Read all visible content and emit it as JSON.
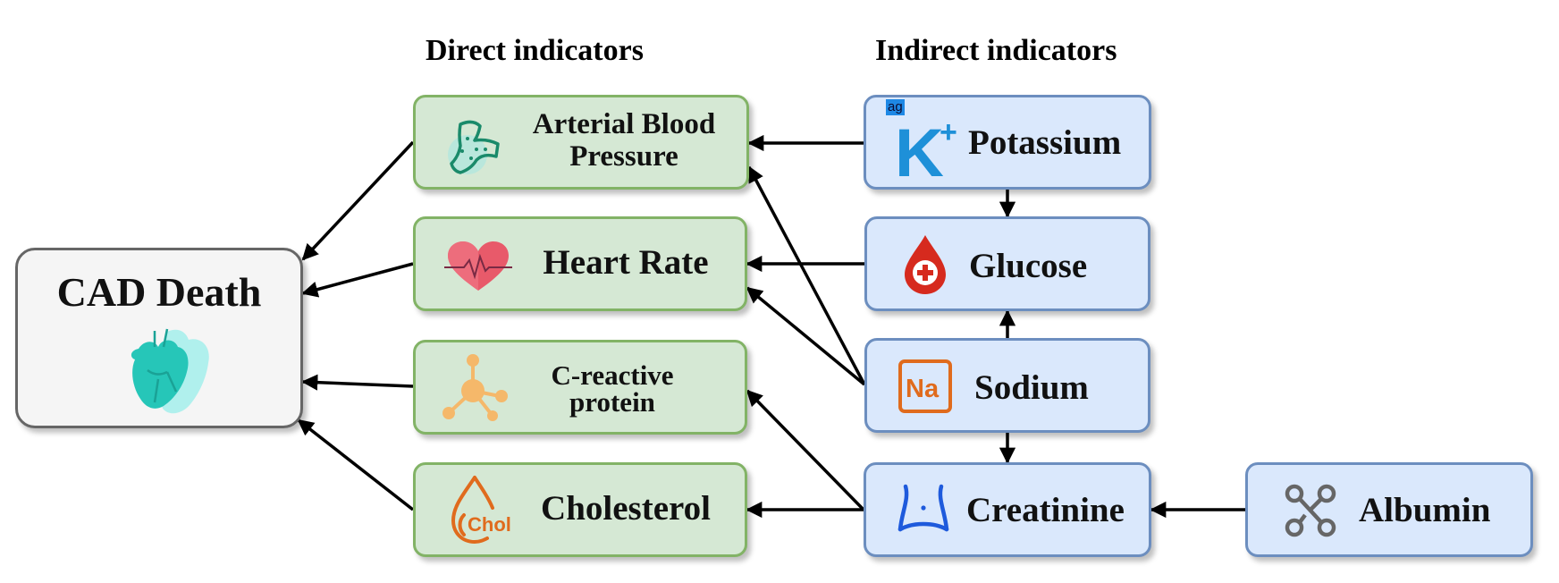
{
  "headers": {
    "direct": "Direct indicators",
    "indirect": "Indirect indicators"
  },
  "nodes": {
    "cad": {
      "label": "CAD Death"
    },
    "abp": {
      "label_line1": "Arterial Blood",
      "label_line2": "Pressure"
    },
    "hr": {
      "label": "Heart Rate"
    },
    "crp": {
      "label_line1": "C-reactive",
      "label_line2": "protein"
    },
    "chol": {
      "label": "Cholesterol",
      "icon_text": "Chol"
    },
    "k": {
      "label": "Potassium",
      "icon_text": "K",
      "icon_sup": "+",
      "tag": "ag"
    },
    "glu": {
      "label": "Glucose"
    },
    "na": {
      "label": "Sodium",
      "icon_text": "Na"
    },
    "cr": {
      "label": "Creatinine"
    },
    "alb": {
      "label": "Albumin"
    }
  },
  "edges": [
    [
      "abp",
      "cad"
    ],
    [
      "hr",
      "cad"
    ],
    [
      "crp",
      "cad"
    ],
    [
      "chol",
      "cad"
    ],
    [
      "k",
      "abp"
    ],
    [
      "k",
      "glu"
    ],
    [
      "glu",
      "hr"
    ],
    [
      "na",
      "abp"
    ],
    [
      "na",
      "hr"
    ],
    [
      "na",
      "glu"
    ],
    [
      "na",
      "cr"
    ],
    [
      "cr",
      "crp"
    ],
    [
      "cr",
      "chol"
    ],
    [
      "alb",
      "cr"
    ]
  ],
  "colors": {
    "direct_fill": "#d5e8d4",
    "direct_stroke": "#82b366",
    "indirect_fill": "#dae8fc",
    "indirect_stroke": "#6c8ebf",
    "outcome_fill": "#f5f5f5",
    "outcome_stroke": "#666666",
    "heart_icon": "#26c6b8",
    "heart_rate_icon": "#e85a6a",
    "glucose_icon": "#d62a1e",
    "potassium_icon": "#1e90d8",
    "sodium_icon": "#e06b1d",
    "cholesterol_icon": "#e06b1d",
    "creatinine_icon": "#1e5adc",
    "albumin_icon": "#666666",
    "protein_icon": "#f5b86a",
    "artery_icon": "#1a8a6a"
  },
  "icons": {
    "cad": "heart-organ-icon",
    "abp": "artery-icon",
    "hr": "heart-pulse-icon",
    "crp": "molecule-icon",
    "chol": "cholesterol-drop-icon",
    "k": "potassium-icon",
    "glu": "blood-drop-icon",
    "na": "sodium-icon",
    "cr": "kidney-torso-icon",
    "alb": "albumin-molecule-icon"
  }
}
